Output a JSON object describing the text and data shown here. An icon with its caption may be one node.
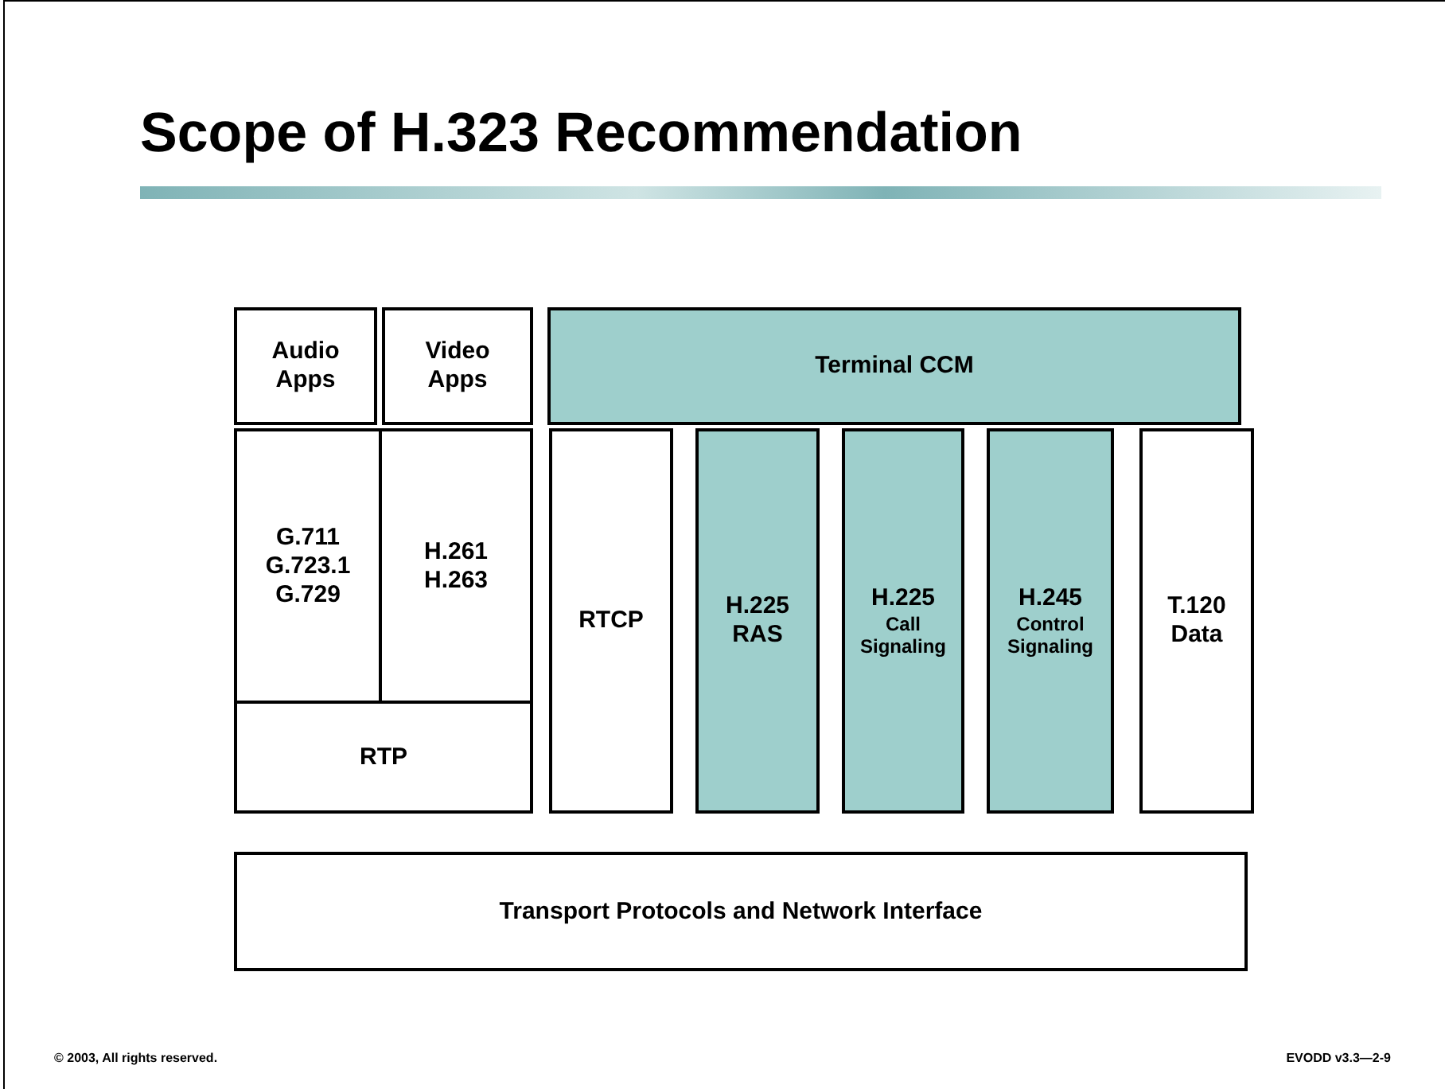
{
  "diagram": {
    "title": "Scope of H.323 Recommendation",
    "nodes": [
      {
        "text": [
          "Audio Apps"
        ]
      },
      {
        "text": [
          "Video Apps"
        ]
      },
      {
        "text": [
          "Terminal CCM"
        ]
      },
      {
        "text": [
          "G.711 G.723.1 G.729"
        ]
      },
      {
        "text": [
          "H.261 H.263"
        ]
      },
      {
        "text": [
          "RTP"
        ]
      },
      {
        "text": [
          "RTCP"
        ]
      },
      {
        "text": [
          "H.225 RAS"
        ]
      },
      {
        "text": [
          "H.225",
          "Call Signaling"
        ]
      },
      {
        "text": [
          "H.245",
          "Control Signaling"
        ]
      },
      {
        "text": [
          "T.120 Data"
        ]
      },
      {
        "text": [
          "Transport Protocols and Network Interface"
        ]
      }
    ],
    "edges": [],
    "labels": [
      "© 2003, All rights reserved.",
      "EVODD v3.3—2-9"
    ]
  }
}
